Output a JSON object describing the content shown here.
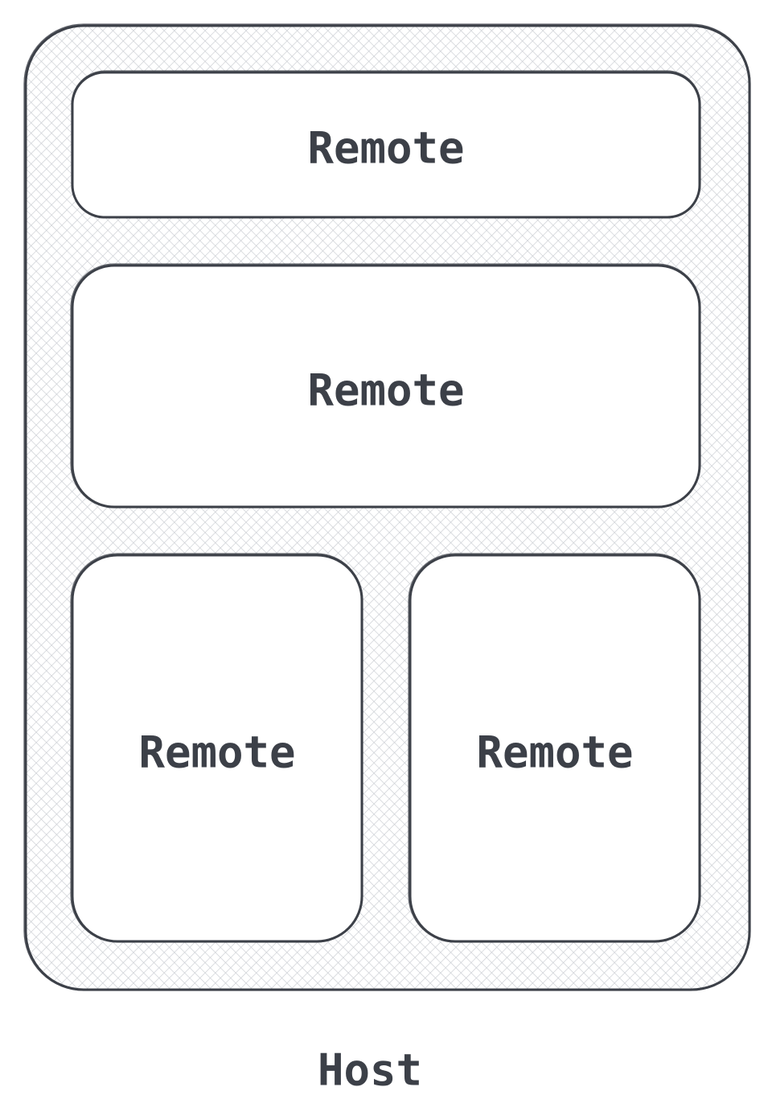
{
  "diagram": {
    "host": {
      "label": "Host"
    },
    "remotes": [
      {
        "label": "Remote"
      },
      {
        "label": "Remote"
      },
      {
        "label": "Remote"
      },
      {
        "label": "Remote"
      }
    ]
  },
  "colors": {
    "stroke": "#3c4048",
    "hatch": "#c9ccd1",
    "text": "#3c4048",
    "box_fill": "#ffffff",
    "background": "#ffffff"
  }
}
